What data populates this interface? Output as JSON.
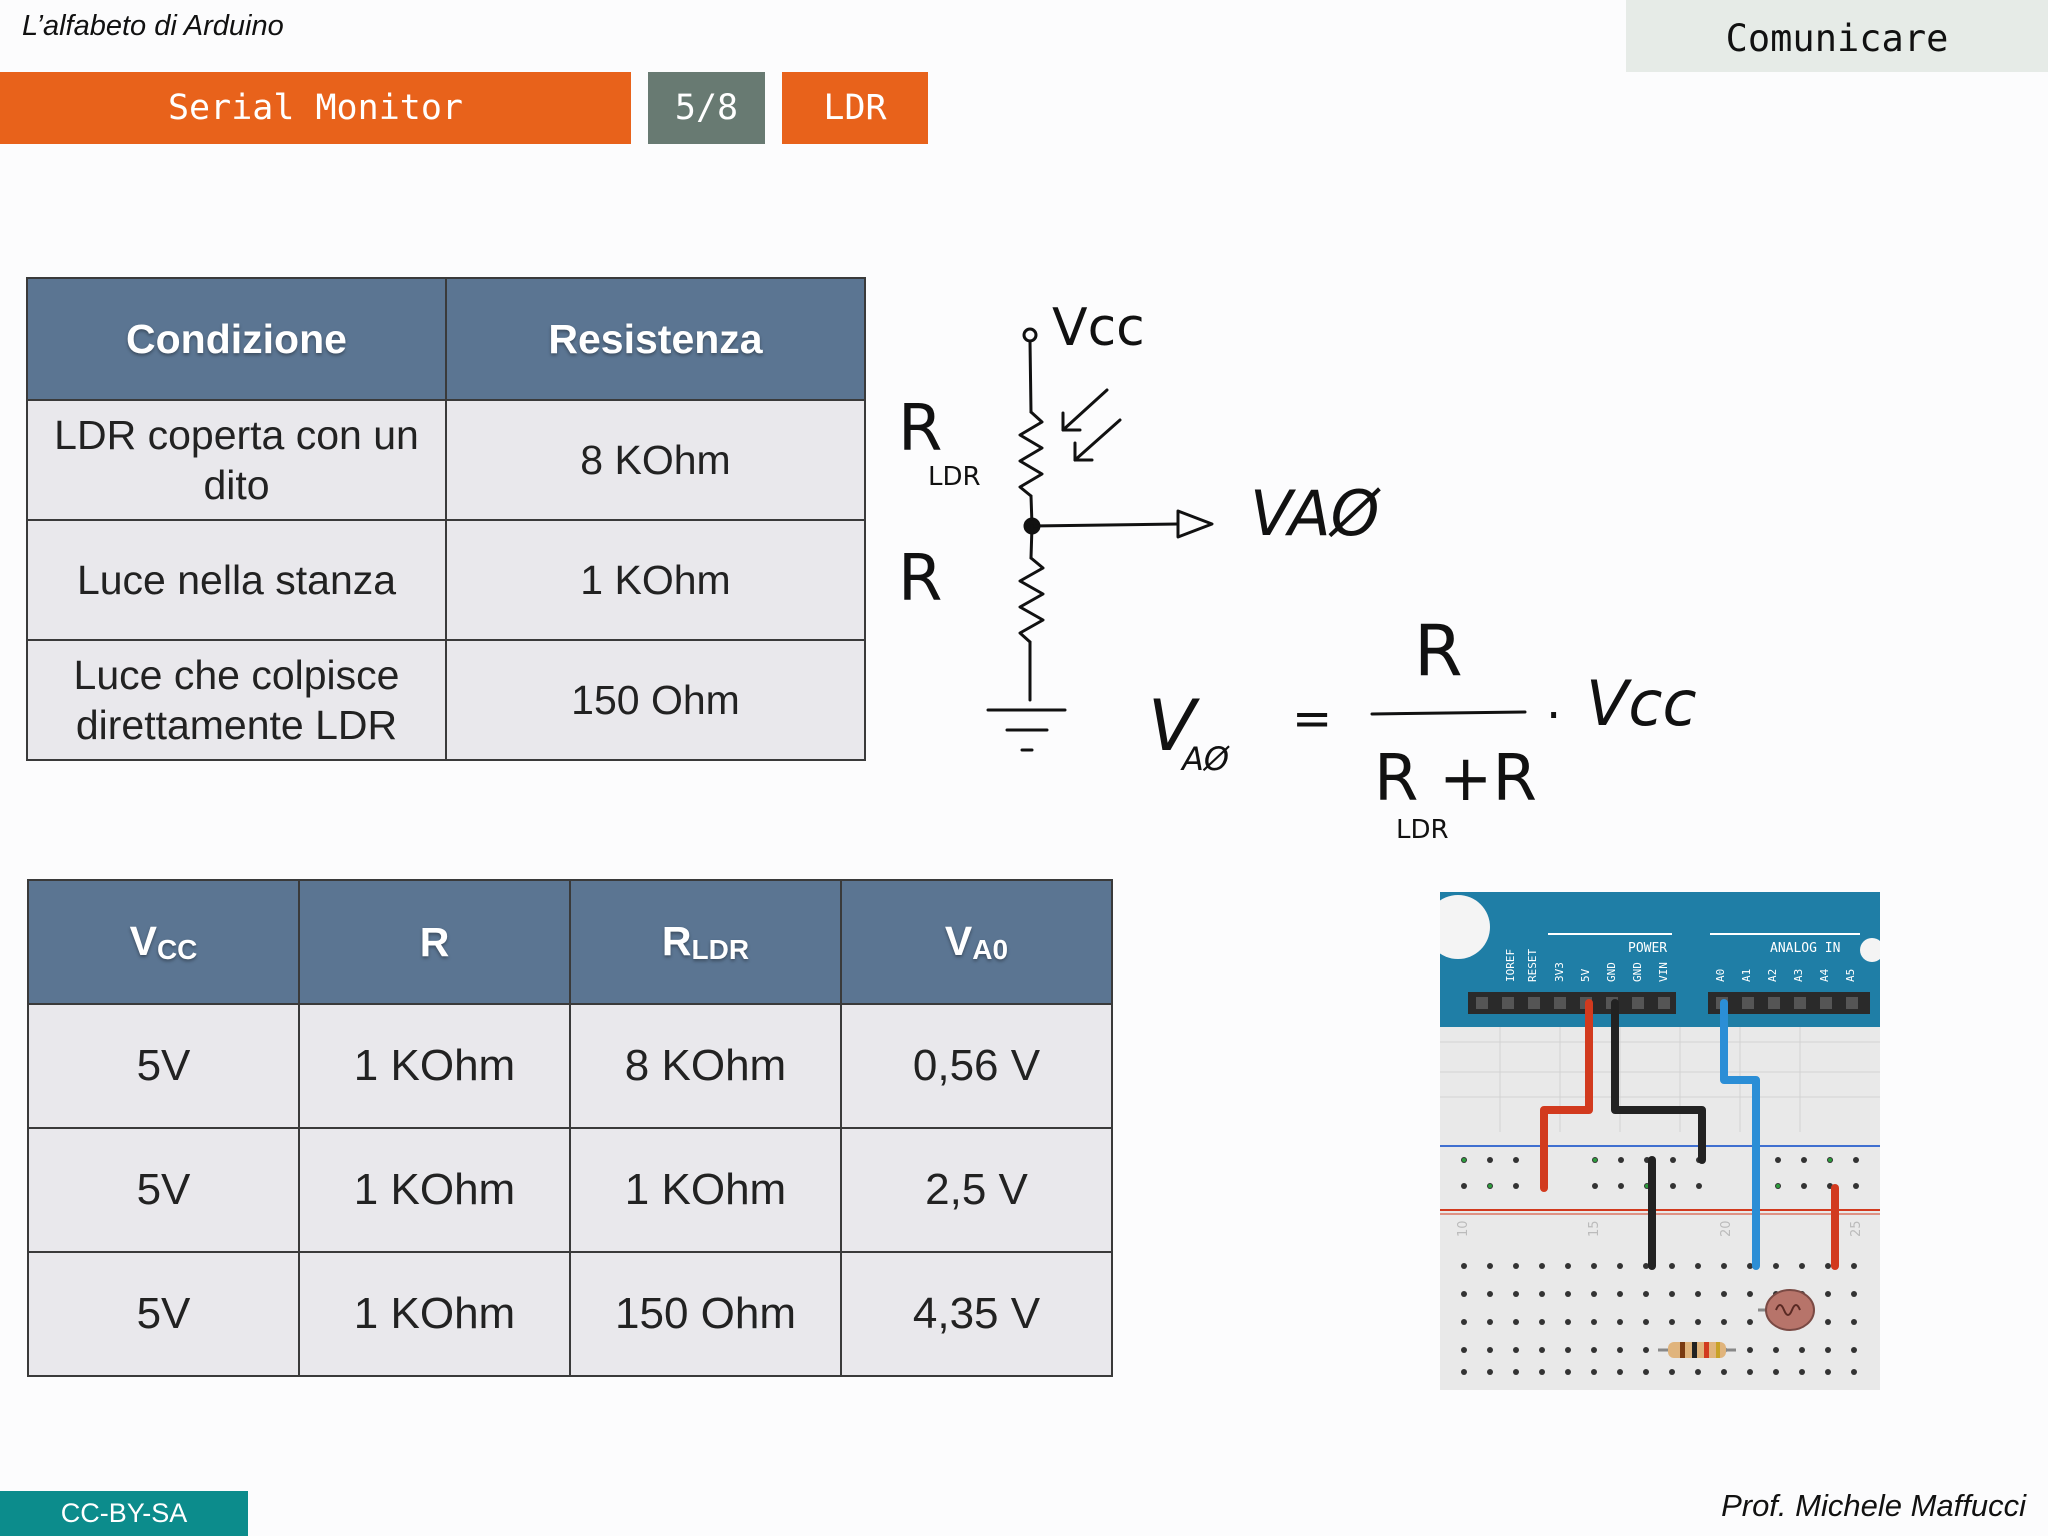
{
  "header": {
    "course_title": "L’alfabeto di Arduino",
    "section": "Comunicare",
    "topic": "Serial Monitor",
    "page": "5/8",
    "subtopic": "LDR"
  },
  "table_condition": {
    "headers": [
      "Condizione",
      "Resistenza"
    ],
    "rows": [
      [
        "LDR coperta con un dito",
        "8 KOhm"
      ],
      [
        "Luce nella stanza",
        "1 KOhm"
      ],
      [
        "Luce che colpisce direttamente LDR",
        "150 Ohm"
      ]
    ]
  },
  "table_voltage": {
    "headers": [
      {
        "main": "V",
        "sub": "CC"
      },
      {
        "main": "R",
        "sub": ""
      },
      {
        "main": "R",
        "sub": "LDR"
      },
      {
        "main": "V",
        "sub": "A0"
      }
    ],
    "rows": [
      [
        "5V",
        "1 KOhm",
        "8 KOhm",
        "0,56 V"
      ],
      [
        "5V",
        "1 KOhm",
        "1 KOhm",
        "2,5 V"
      ],
      [
        "5V",
        "1 KOhm",
        "150 Ohm",
        "4,35 V"
      ]
    ]
  },
  "schematic": {
    "vcc": "Vcc",
    "r_ldr": "R",
    "r_ldr_sub": "LDR",
    "r": "R",
    "va0": "VAØ",
    "formula_lhs": "V",
    "formula_lhs_sub": "AØ",
    "formula_eq": "=",
    "formula_num": "R",
    "formula_den": "R +R",
    "formula_den_sub": "LDR",
    "formula_dot": "·",
    "formula_vcc": "Vcc"
  },
  "breadboard": {
    "header_power": "POWER",
    "header_analog": "ANALOG IN",
    "pins_power": [
      "IOREF",
      "RESET",
      "3V3",
      "5V",
      "GND",
      "GND",
      "VIN"
    ],
    "pins_analog": [
      "A0",
      "A1",
      "A2",
      "A3",
      "A4",
      "A5"
    ],
    "row_numbers": [
      "10",
      "15",
      "20",
      "25"
    ],
    "colors": {
      "board": "#1f7ea6",
      "red_wire": "#d23a1e",
      "black_wire": "#222222",
      "blue_wire": "#2b8ed6"
    }
  },
  "footer": {
    "license": "CC-BY-SA",
    "author": "Prof. Michele Maffucci"
  },
  "colors": {
    "orange": "#e8621b",
    "gray": "#687a72",
    "table_header": "#5b7592",
    "license_bg": "#0c8c8c"
  }
}
